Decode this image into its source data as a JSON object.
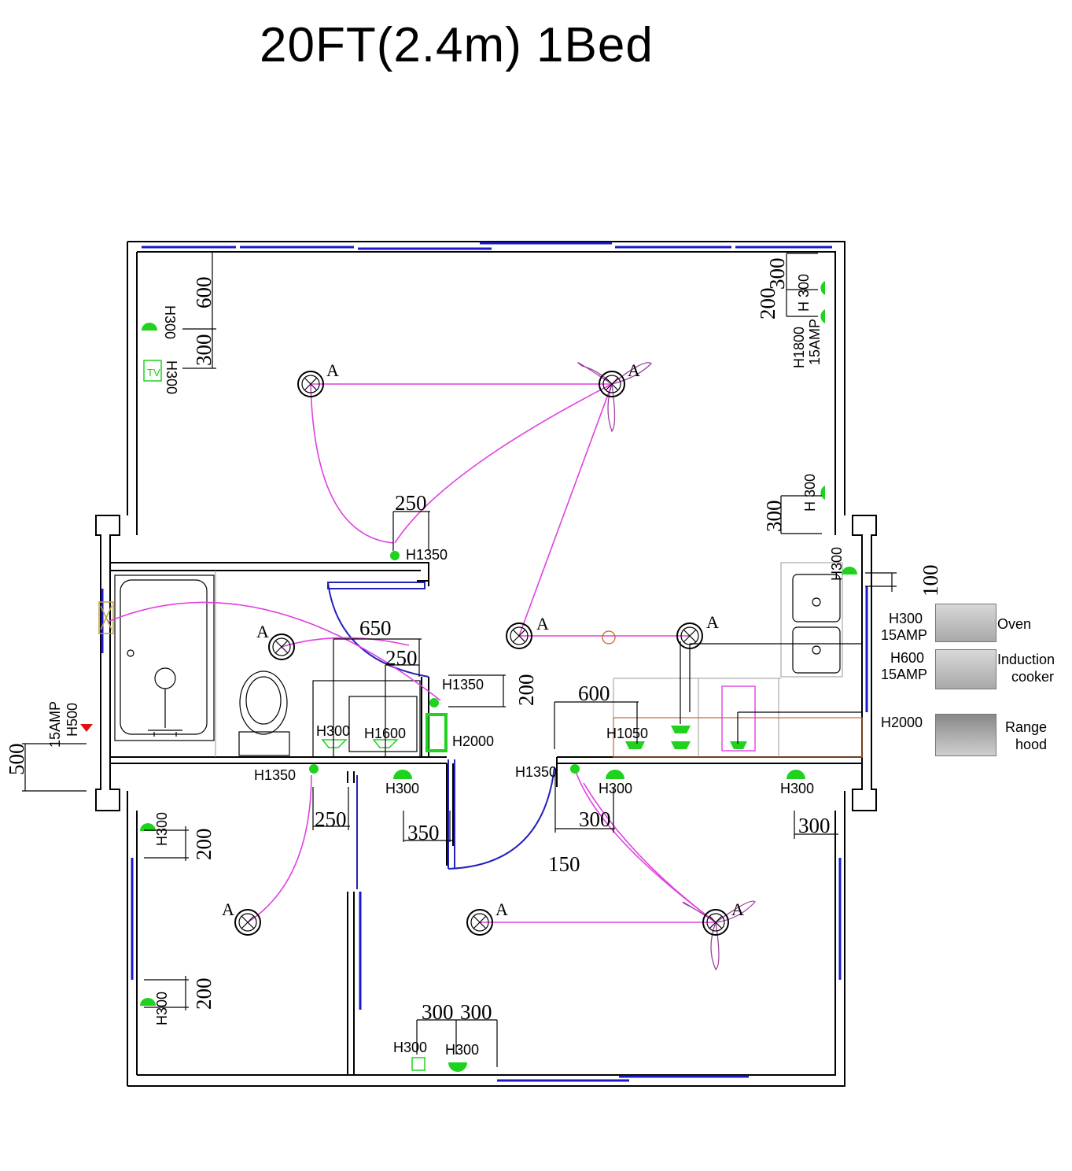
{
  "title": "20FT(2.4m) 1Bed",
  "colors": {
    "wall": "#000000",
    "window": "#1a1acc",
    "wire": "#e040e0",
    "socket": "#1ed21e",
    "alert": "#e01010",
    "kitchen_counter": "#c0683a"
  },
  "light_marker": "A",
  "dimensions": {
    "d600": "600",
    "d300a": "300",
    "d300b": "300",
    "d200a": "200",
    "d300c": "300",
    "d250a": "250",
    "d650": "650",
    "d250b": "250",
    "d200b": "200",
    "d600b": "600",
    "d100": "100",
    "d500": "500",
    "d250c": "250",
    "d350": "350",
    "d300d": "300",
    "d150": "150",
    "d300e": "300",
    "d200c": "200",
    "d200d": "200",
    "d300f": "300",
    "d300g": "300"
  },
  "heights": {
    "h_tl1": "H300",
    "h_tl2": "H300",
    "h_tr1": "H 300",
    "h_tr2": "H1800",
    "h_tr3": "15AMP",
    "h_tr4": "H 300",
    "h_ctr": "H1350",
    "h_right": "H300",
    "h_bath1": "H1350",
    "h_bath2": "H300",
    "h_bath3": "H1600",
    "h_bath4": "H2000",
    "h_left1": "15AMP",
    "h_left2": "H500",
    "h_bed1": "H1350",
    "h_bed2": "H300",
    "h_k1": "H1050",
    "h_k2": "H1350",
    "h_k3": "H300",
    "h_k4": "H300",
    "h_bl1": "H300",
    "h_bl2": "H300",
    "h_bb1": "H300",
    "h_bb2": "H300"
  },
  "tv_label": "TV",
  "legend": [
    {
      "spec1": "H300",
      "spec2": "15AMP",
      "label1": "Oven",
      "label2": ""
    },
    {
      "spec1": "H600",
      "spec2": "15AMP",
      "label1": "Induction",
      "label2": "cooker"
    },
    {
      "spec1": "H2000",
      "spec2": "",
      "label1": "Range",
      "label2": "hood"
    }
  ]
}
